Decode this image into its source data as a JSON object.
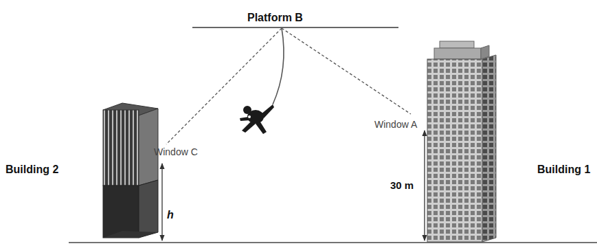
{
  "diagram": {
    "labels": [
      "Platform B",
      "Window C",
      "Window A",
      "Building 2",
      "30 m",
      "Building 1",
      "h"
    ]
  }
}
